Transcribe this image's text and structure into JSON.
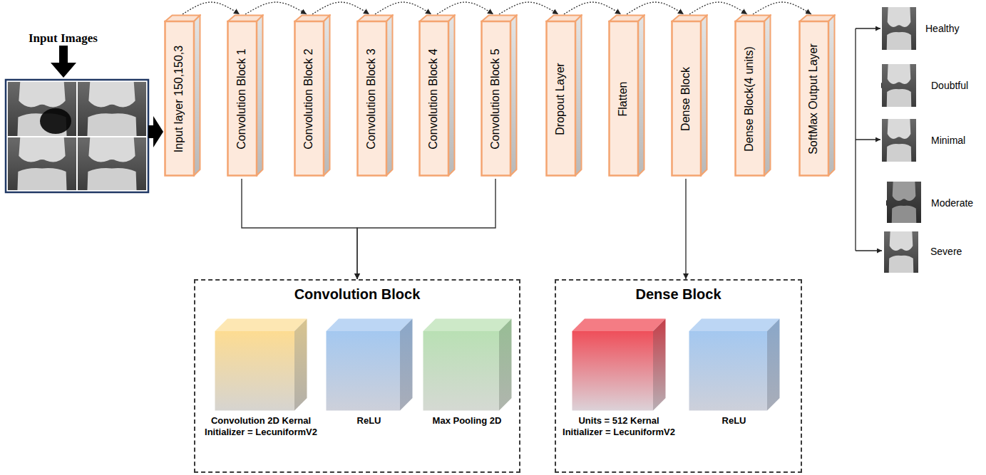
{
  "diagram": {
    "nodes": [
      {
        "text": [
          "Input layer 150,150,3"
        ]
      },
      {
        "text": [
          "Convolution Block 1"
        ]
      },
      {
        "text": [
          "Convolution Block 2"
        ]
      },
      {
        "text": [
          "Convolution Block 3"
        ]
      },
      {
        "text": [
          "Convolution Block 4"
        ]
      },
      {
        "text": [
          "Convolution Block 5"
        ]
      },
      {
        "text": [
          "Dropout Layer"
        ]
      },
      {
        "text": [
          "Flatten"
        ]
      },
      {
        "text": [
          "Dense Block"
        ]
      },
      {
        "text": [
          "Dense Block(4 units)"
        ]
      },
      {
        "text": [
          "SoftMax Output Layer"
        ]
      },
      {
        "text": [
          "Convolution Block"
        ]
      },
      {
        "text": [
          "Convolution 2D Kernal Initializer = LecuniformV2"
        ],
        "in": 11
      },
      {
        "text": [
          "ReLU"
        ],
        "in": 11
      },
      {
        "text": [
          "Max Pooling 2D"
        ],
        "in": 11
      },
      {
        "text": [
          "Dense Block"
        ]
      },
      {
        "text": [
          "Units = 512 Kernal Initializer = LecuniformV2"
        ],
        "in": 15
      },
      {
        "text": [
          "ReLU"
        ],
        "in": 15
      }
    ],
    "edges": [
      {
        "from": 0,
        "to": 1,
        "arrow": "to"
      },
      {
        "from": 1,
        "to": 2,
        "arrow": "to"
      },
      {
        "from": 2,
        "to": 3,
        "arrow": "to"
      },
      {
        "from": 3,
        "to": 4,
        "arrow": "to"
      },
      {
        "from": 4,
        "to": 5,
        "arrow": "to"
      },
      {
        "from": 5,
        "to": 6,
        "arrow": "to"
      },
      {
        "from": 6,
        "to": 7,
        "arrow": "to"
      },
      {
        "from": 7,
        "to": 8,
        "arrow": "to"
      },
      {
        "from": 8,
        "to": 9,
        "arrow": "to"
      },
      {
        "from": 9,
        "to": 10,
        "arrow": "to"
      },
      {
        "from": 1,
        "to": 11,
        "arrow": "to"
      },
      {
        "from": 5,
        "to": 11,
        "arrow": "to"
      },
      {
        "from": 8,
        "to": 15,
        "arrow": "to"
      }
    ],
    "labels": [
      "Input Images",
      "Healthy",
      "Doubtful",
      "Minimal",
      "Moderate",
      "Severe"
    ]
  }
}
